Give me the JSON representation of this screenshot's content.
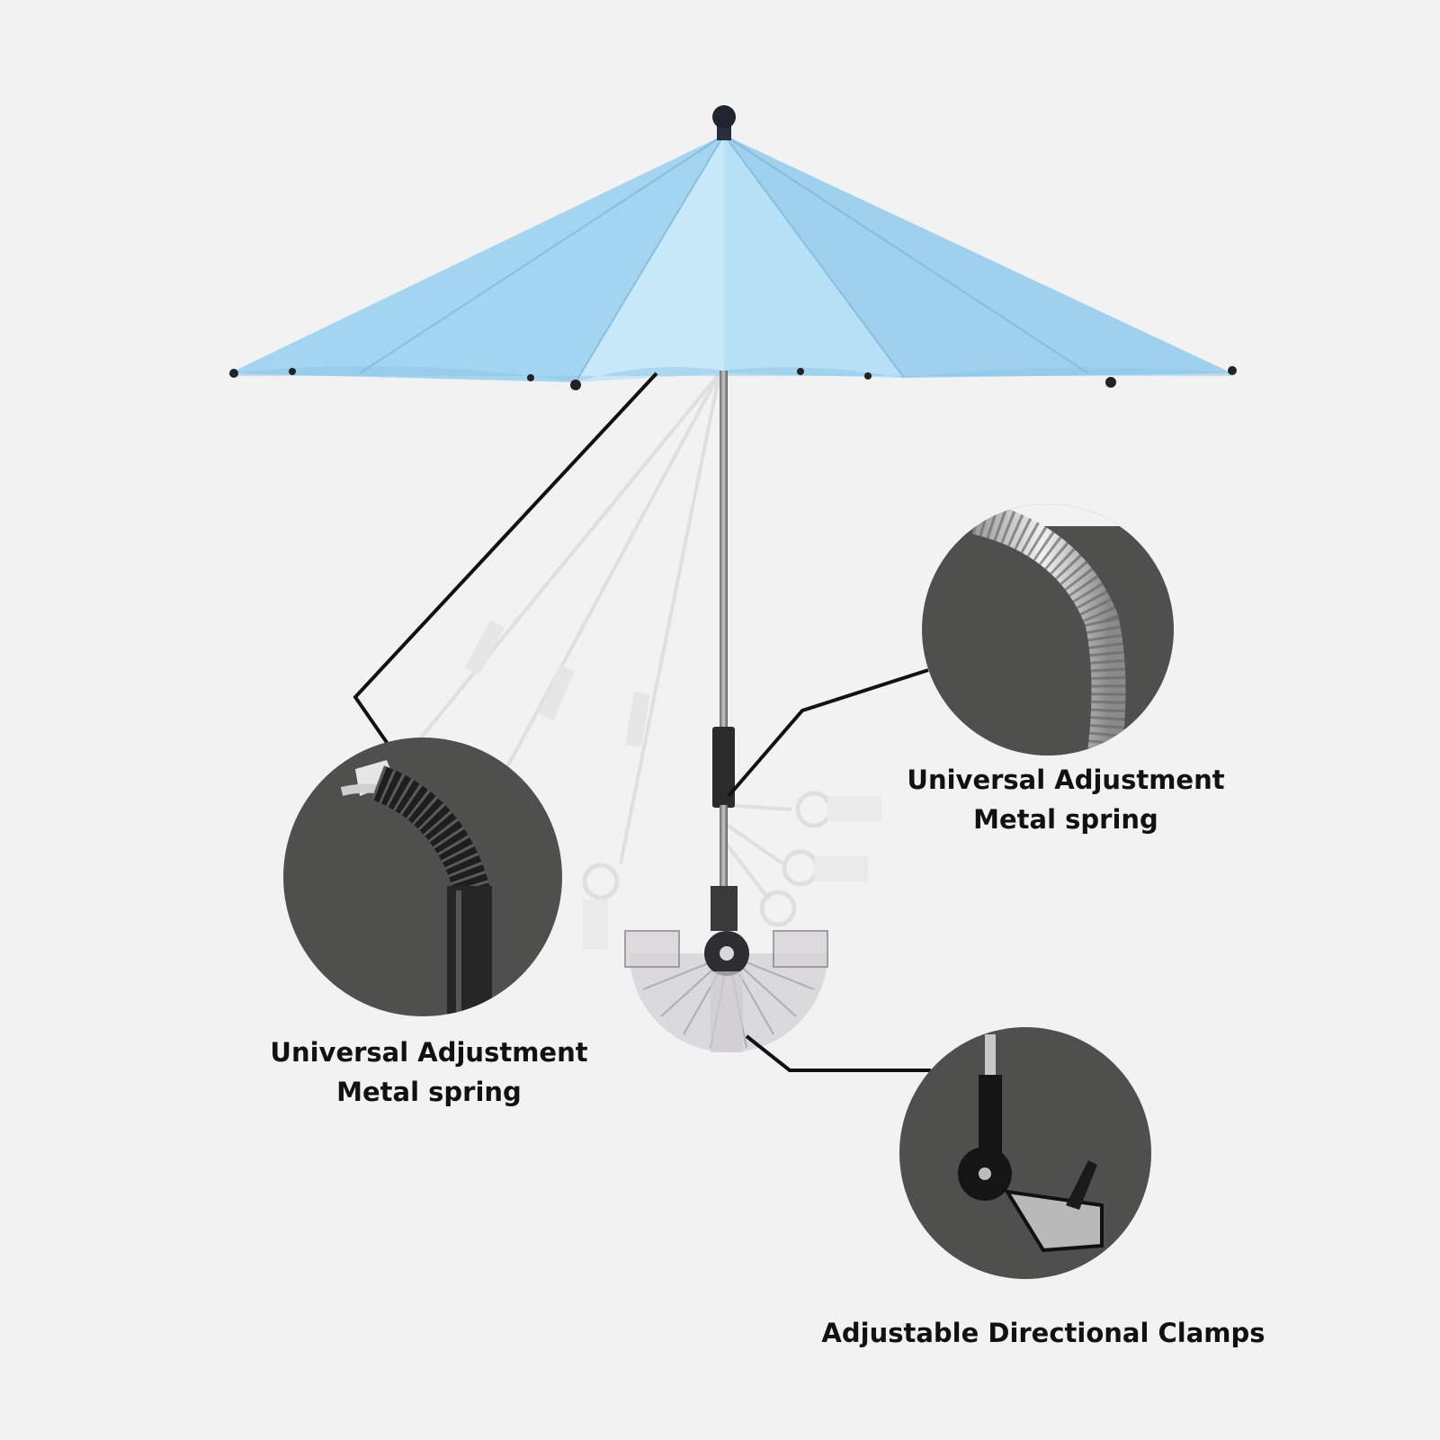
{
  "colors": {
    "background": "#f2f2f2",
    "canopy": "#a9d9f3",
    "canopy_light": "#c3e6f8",
    "canopy_shadow": "#8cc6e6",
    "callout_circle": "#4f4f4d",
    "leader_line": "#111111",
    "caption_text": "#111111"
  },
  "icons": [
    "umbrella-canopy",
    "spring-closeup",
    "clamp-closeup"
  ],
  "callouts": {
    "top_right": {
      "line1": "Universal Adjustment",
      "line2": "Metal spring"
    },
    "left": {
      "line1": "Universal Adjustment",
      "line2": "Metal spring"
    },
    "bottom_right": {
      "line1": "Adjustable Directional Clamps"
    }
  }
}
